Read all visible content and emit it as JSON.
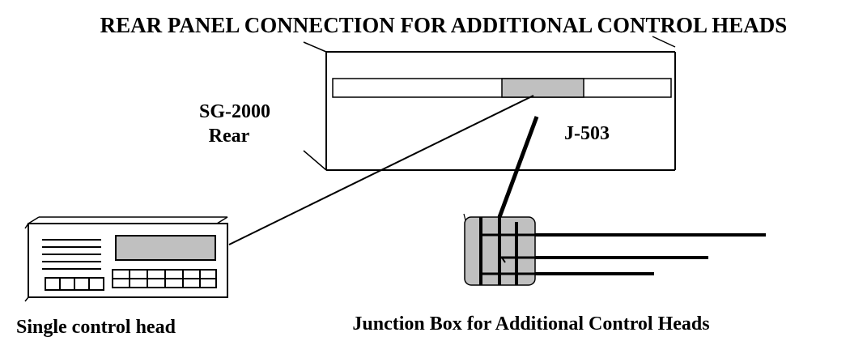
{
  "title": "REAR PANEL CONNECTION FOR ADDITIONAL CONTROL HEADS",
  "rear_label_line1": "SG-2000",
  "rear_label_line2": "Rear",
  "connector_label": "J-503",
  "control_head_label": "Single control head",
  "junction_box_label": "Junction Box for Additional Control Heads"
}
